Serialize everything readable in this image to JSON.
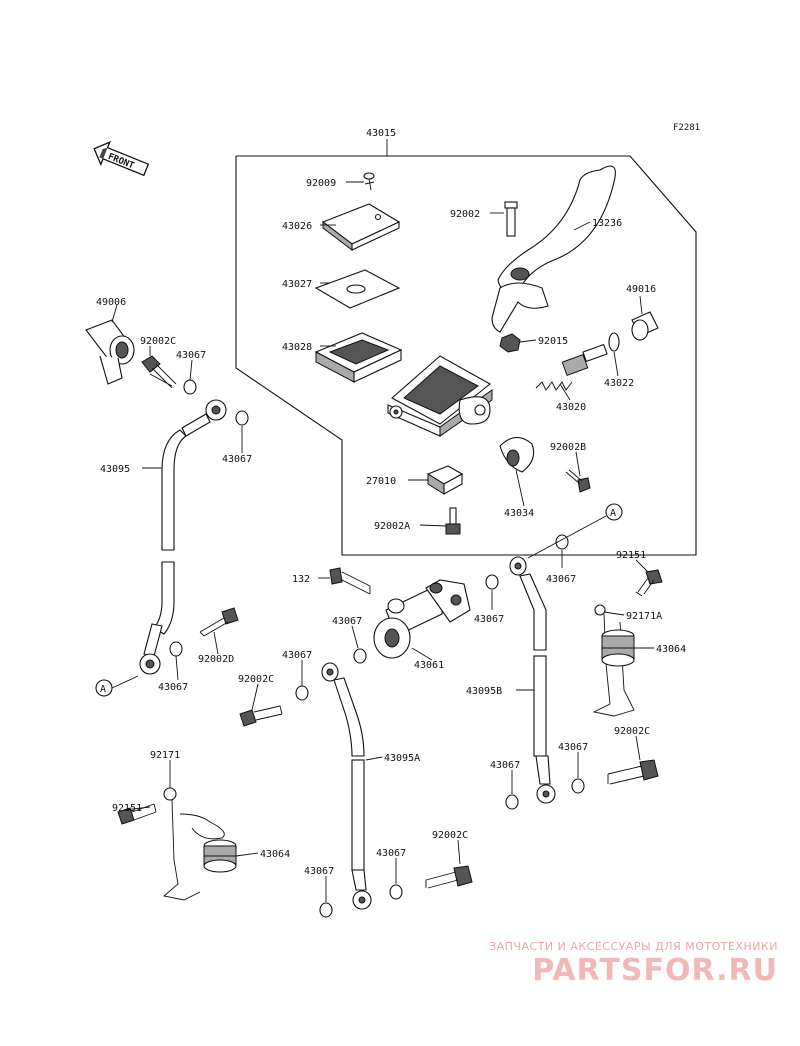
{
  "figure_code": "F2281",
  "front_label": "FRONT",
  "callouts": [
    {
      "id": "p43015",
      "text": "43015"
    },
    {
      "id": "p92009",
      "text": "92009"
    },
    {
      "id": "p43026",
      "text": "43026"
    },
    {
      "id": "p43027",
      "text": "43027"
    },
    {
      "id": "p43028",
      "text": "43028"
    },
    {
      "id": "p92002",
      "text": "92002"
    },
    {
      "id": "p13236",
      "text": "13236"
    },
    {
      "id": "p49016",
      "text": "49016"
    },
    {
      "id": "p92015",
      "text": "92015"
    },
    {
      "id": "p43022",
      "text": "43022"
    },
    {
      "id": "p43020",
      "text": "43020"
    },
    {
      "id": "p92002B",
      "text": "92002B"
    },
    {
      "id": "p27010",
      "text": "27010"
    },
    {
      "id": "p43034",
      "text": "43034"
    },
    {
      "id": "p92002A",
      "text": "92002A"
    },
    {
      "id": "p49006",
      "text": "49006"
    },
    {
      "id": "p92002C_a",
      "text": "92002C"
    },
    {
      "id": "p43067_a",
      "text": "43067"
    },
    {
      "id": "p43067_b",
      "text": "43067"
    },
    {
      "id": "p43095",
      "text": "43095"
    },
    {
      "id": "p43067_c",
      "text": "43067"
    },
    {
      "id": "p92002D",
      "text": "92002D"
    },
    {
      "id": "p132",
      "text": "132"
    },
    {
      "id": "p43067_d",
      "text": "43067"
    },
    {
      "id": "p43067_e",
      "text": "43067"
    },
    {
      "id": "p43061",
      "text": "43061"
    },
    {
      "id": "p43067_f",
      "text": "43067"
    },
    {
      "id": "p92002C_b",
      "text": "92002C"
    },
    {
      "id": "p43067_g",
      "text": "43067"
    },
    {
      "id": "p92151_a",
      "text": "92151"
    },
    {
      "id": "p92171A",
      "text": "92171A"
    },
    {
      "id": "p43064_a",
      "text": "43064"
    },
    {
      "id": "p43095B",
      "text": "43095B"
    },
    {
      "id": "p43067_h",
      "text": "43067"
    },
    {
      "id": "p43067_i",
      "text": "43067"
    },
    {
      "id": "p92002C_c",
      "text": "92002C"
    },
    {
      "id": "p43095A",
      "text": "43095A"
    },
    {
      "id": "p92171",
      "text": "92171"
    },
    {
      "id": "p92151_b",
      "text": "92151"
    },
    {
      "id": "p43064_b",
      "text": "43064"
    },
    {
      "id": "p43067_j",
      "text": "43067"
    },
    {
      "id": "p43067_k",
      "text": "43067"
    },
    {
      "id": "p92002C_d",
      "text": "92002C"
    }
  ],
  "connector_refs": [
    {
      "id": "A1",
      "text": "A"
    },
    {
      "id": "A2",
      "text": "A"
    }
  ],
  "watermark": {
    "top_line": "ЗАПЧАСТИ И АКСЕССУАРЫ ДЛЯ МОТОТЕХНИКИ",
    "logo": "PARTSFOR.RU"
  }
}
